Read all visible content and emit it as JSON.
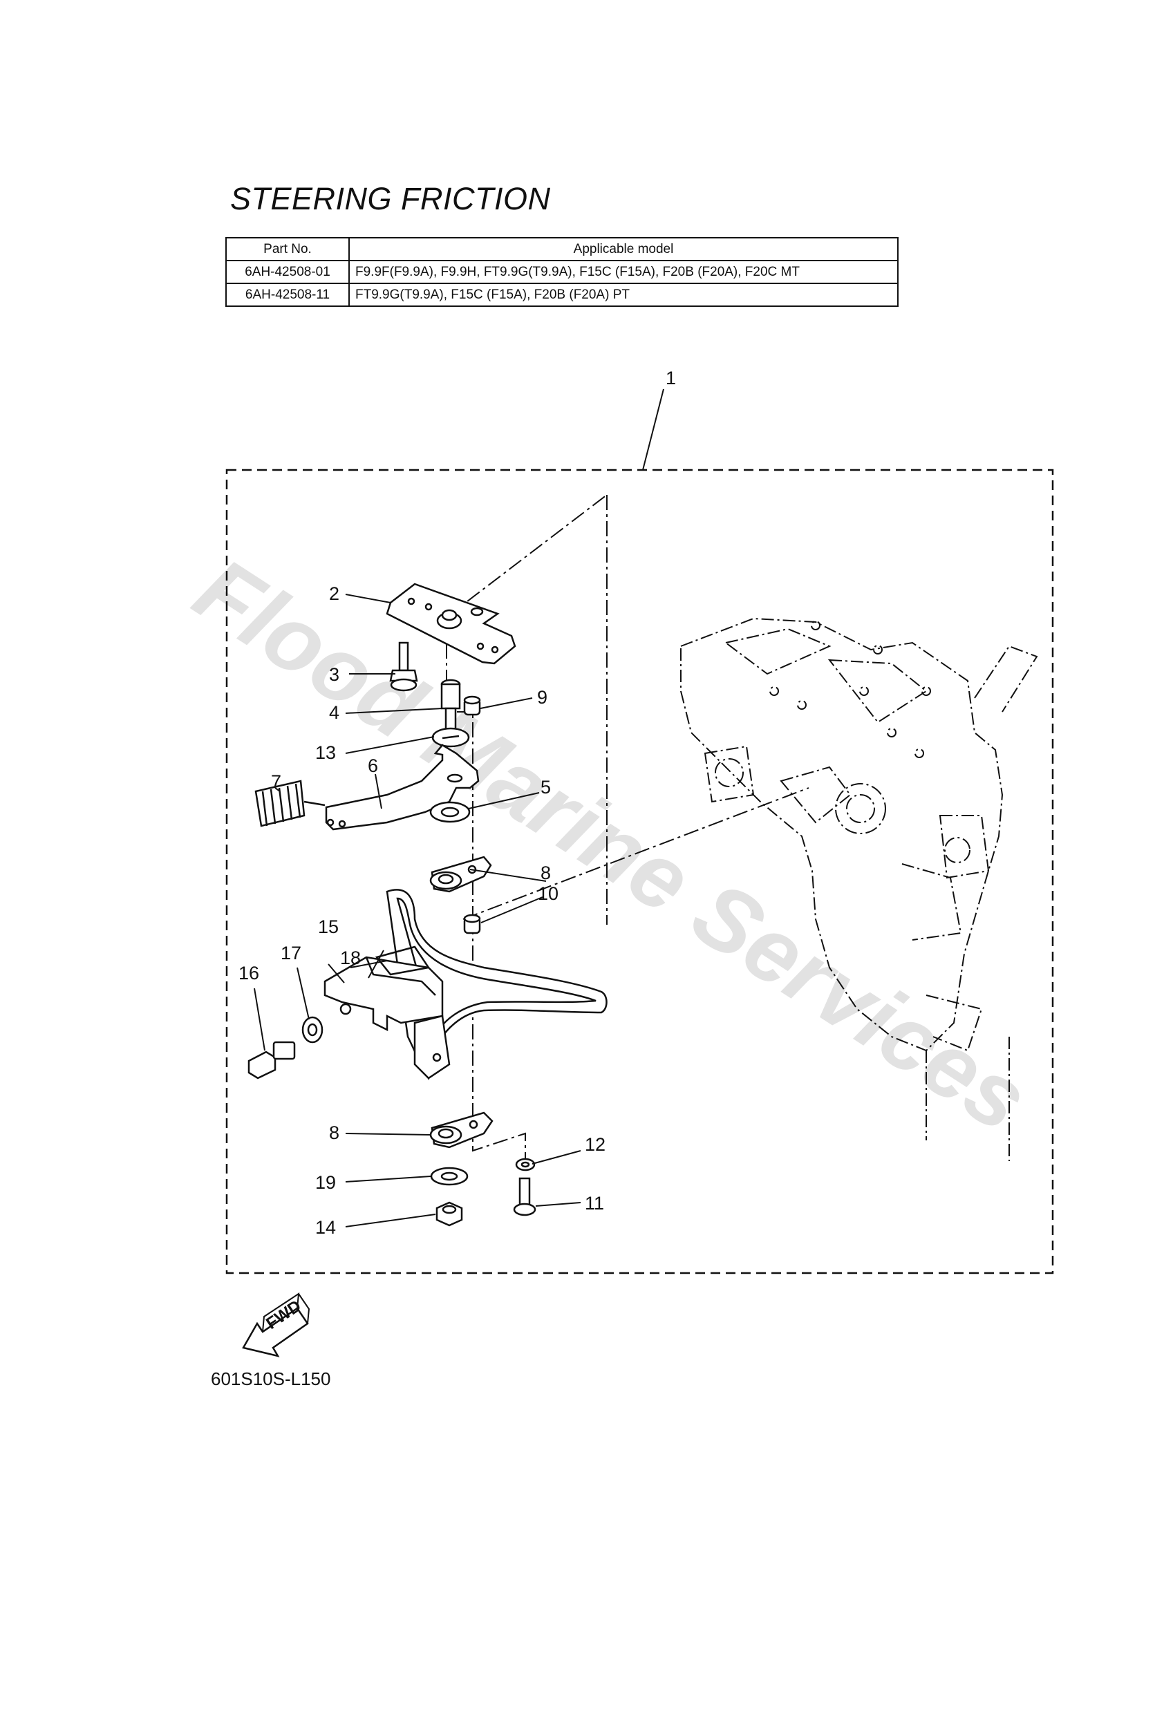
{
  "title": "STEERING FRICTION",
  "table": {
    "headers": [
      "Part No.",
      "Applicable model"
    ],
    "rows": [
      {
        "part_no": "6AH-42508-01",
        "model": "F9.9F(F9.9A), F9.9H, FT9.9G(T9.9A), F15C (F15A), F20B (F20A), F20C MT"
      },
      {
        "part_no": "6AH-42508-11",
        "model": "FT9.9G(T9.9A), F15C (F15A), F20B (F20A) PT"
      }
    ]
  },
  "callouts": [
    "1",
    "2",
    "3",
    "4",
    "9",
    "13",
    "6",
    "5",
    "7",
    "8",
    "18",
    "10",
    "15",
    "17",
    "16",
    "8",
    "12",
    "19",
    "11",
    "14"
  ],
  "fwd_label": "FWD",
  "diagram_code": "601S10S-L150",
  "watermark": "Flood Marine Services"
}
